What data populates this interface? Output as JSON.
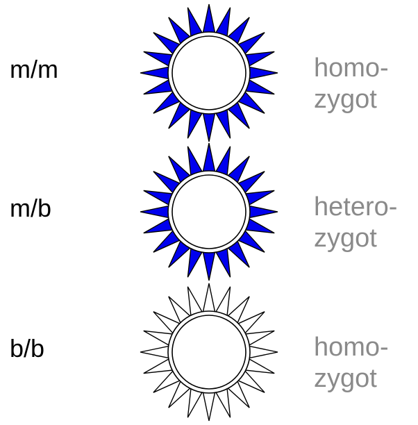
{
  "rows": [
    {
      "genotype": "m/m",
      "label_line1": "homo-",
      "label_line2": "zygot",
      "fill": "#0000ee"
    },
    {
      "genotype": "m/b",
      "label_line1": "hetero-",
      "label_line2": "zygot",
      "fill": "#0000ee"
    },
    {
      "genotype": "b/b",
      "label_line1": "homo-",
      "label_line2": "zygot",
      "fill": "#ffffff"
    }
  ],
  "colors": {
    "ray_stroke": "#000000",
    "label_text": "#8a8a8a",
    "genotype_text": "#000000"
  },
  "icon": "sun-icon"
}
